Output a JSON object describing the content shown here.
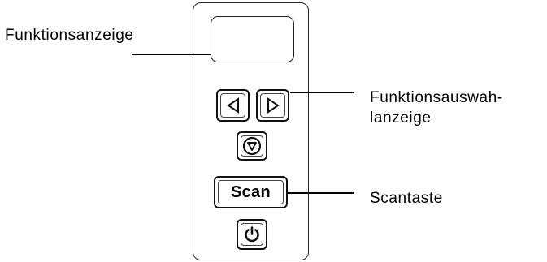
{
  "labels": {
    "function_display": "Funktionsanzeige",
    "function_select_line1": "Funktionsauswah-",
    "function_select_line2": "lanzeige",
    "scan_key": "Scantaste"
  },
  "buttons": {
    "scan_label": "Scan"
  },
  "icons": {
    "left": "triangle-left-icon",
    "right": "triangle-right-icon",
    "stop": "stop-icon",
    "power": "power-icon"
  }
}
